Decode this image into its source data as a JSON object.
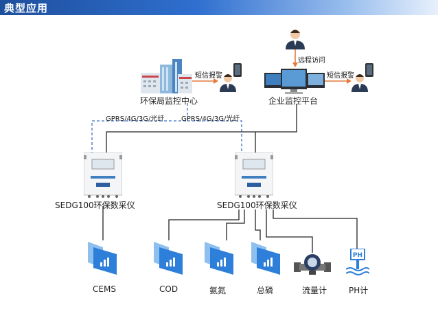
{
  "banner": {
    "title": "典型应用"
  },
  "nodes": {
    "epa_center": "环保局监控中心",
    "enterprise_platform": "企业监控平台",
    "remote_access": "远程访问",
    "sms_alarm_left": "短信报警",
    "sms_alarm_right": "短信报警",
    "link_left": "GPRS/4G/3G/光纤",
    "link_right": "GPRS/4G/3G/光纤",
    "device_left": "SEDG100环保数采仪",
    "device_right": "SEDG100环保数采仪"
  },
  "sensors": [
    "CEMS",
    "COD",
    "氨氮",
    "总磷",
    "流量计",
    "PH计"
  ],
  "colors": {
    "banner": "#2f6fcf",
    "arrow": "#e4793a",
    "dashed": "#3b6fc4",
    "line": "#222222",
    "sensor": "#2e7fd9"
  }
}
